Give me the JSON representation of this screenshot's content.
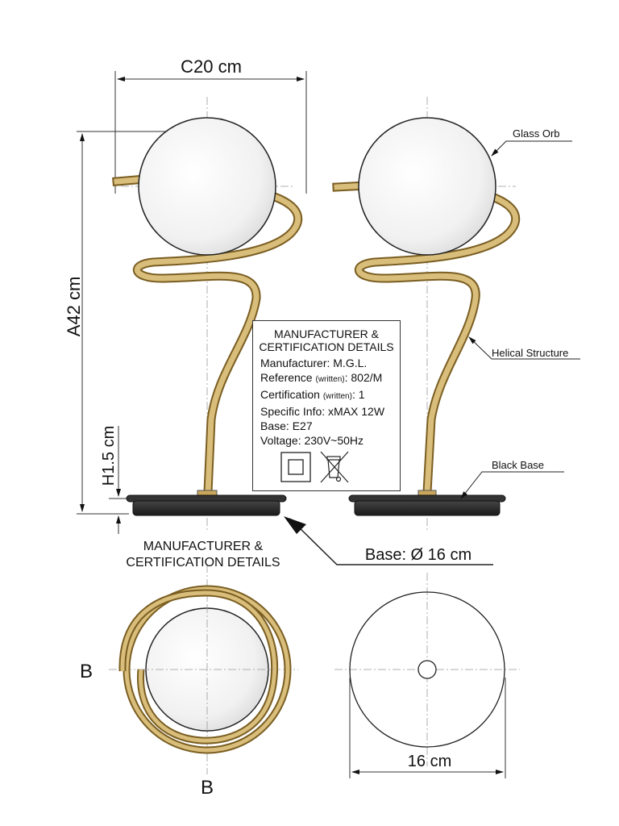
{
  "dimensions": {
    "width": "C20 cm",
    "height": "A42 cm",
    "base_height": "H1.5 cm",
    "base_diameter": "Base: Ø 16 cm",
    "top_view_diameter": "16 cm"
  },
  "callouts": {
    "orb": "Glass Orb",
    "structure": "Helical Structure",
    "base": "Black Base",
    "manufacturer_line1": "MANUFACTURER &",
    "manufacturer_line2": "CERTIFICATION DETAILS"
  },
  "section_marks": {
    "b1": "B",
    "b2": "B"
  },
  "label": {
    "title_line1": "MANUFACTURER &",
    "title_line2": "CERTIFICATION DETAILS",
    "manufacturer_key": "Manufacturer:",
    "manufacturer_value": "M.G.L.",
    "reference_key": "Reference",
    "reference_note": "(written)",
    "reference_value": ": 802/M",
    "certification_key": "Certification",
    "certification_note": "(written)",
    "certification_value": ": 1",
    "specific_info": "Specific Info: xMAX 12W",
    "base": "Base: E27",
    "voltage": "Voltage: 230V~50Hz",
    "icons": [
      "class-ii-double-insulation-icon",
      "weee-crossed-bin-icon"
    ]
  },
  "colors": {
    "gold": "#c8a65c",
    "gold_dark": "#7a5e22",
    "base": "#2a2a2a",
    "orb": "#f4f4f4"
  }
}
